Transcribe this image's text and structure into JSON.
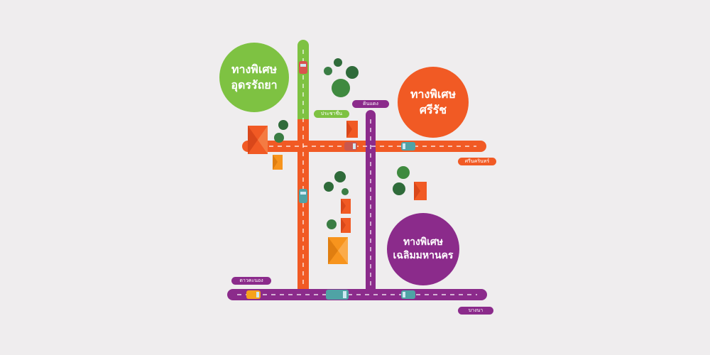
{
  "colors": {
    "background": "#efedee",
    "green_road": "#7ec242",
    "orange_road": "#f15a24",
    "purple_road": "#8b2b8b",
    "house_orange": "#f15a24",
    "house_light": "#f7941d",
    "tree": "#3a7d44"
  },
  "expressways": {
    "green": {
      "label": "ทางพิเศษ\nอุดรรัถยา"
    },
    "orange": {
      "label": "ทางพิเศษ\nศรีรัช"
    },
    "purple": {
      "label": "ทางพิเศษ\nเฉลิมมหานคร"
    }
  },
  "place_labels": {
    "prachachuen": "ประชาชื่น",
    "din_daeng": "ดินแดง",
    "si_nakharin": "ศรีนครินทร์",
    "dao_khanong": "ดาวคะนอง",
    "bang_na": "บางนา"
  },
  "icons": {
    "vehicles": "car-icon",
    "buildings": "house-icon",
    "trees": "tree-icon"
  }
}
